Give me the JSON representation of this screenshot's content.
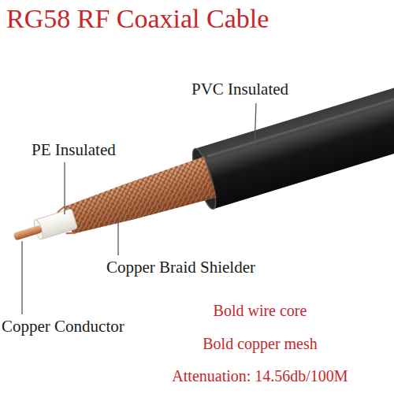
{
  "diagram": {
    "title": "RG58 RF Coaxial Cable",
    "labels": [
      "PVC Insulated",
      "PE Insulated",
      "Copper Braid Shielder",
      "Copper Conductor",
      "Bold wire core",
      "Bold copper mesh",
      "Attenuation: 14.56db/100M"
    ]
  }
}
